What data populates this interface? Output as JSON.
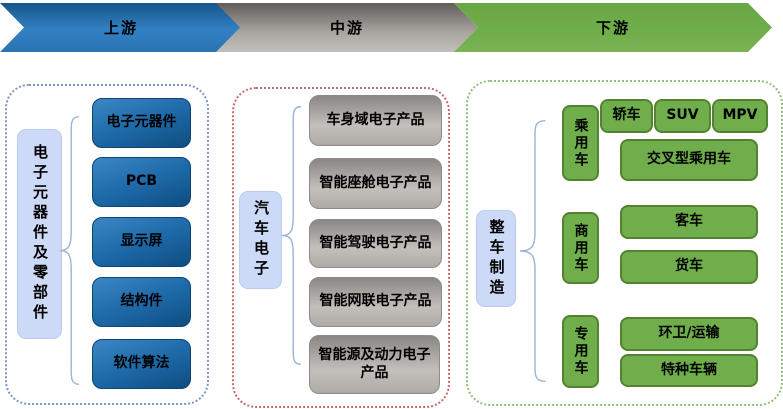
{
  "arrows": [
    {
      "label": "上游",
      "color": "#2a72b0"
    },
    {
      "label": "中游",
      "color": "#a9a5a1"
    },
    {
      "label": "下游",
      "color": "#6fae4a"
    }
  ],
  "sections": {
    "upstream": {
      "label": "电子元器件及零部件",
      "border_color": "#7d95c5",
      "item_color": "#1e6aa9",
      "items": [
        "电子元器件",
        "PCB",
        "显示屏",
        "结构件",
        "软件算法"
      ]
    },
    "midstream": {
      "label": "汽车电子",
      "border_color": "#c96a6a",
      "item_color": "#a9a5a1",
      "items": [
        "车身域电子产品",
        "智能座舱电子产品",
        "智能驾驶电子产品",
        "智能网联电子产品",
        "智能源及动力电子产品"
      ]
    },
    "downstream": {
      "label": "整车制造",
      "border_color": "#90c07b",
      "item_color": "#6fae4a",
      "groups": [
        {
          "label": "乘用车",
          "items": [
            "轿车",
            "SUV",
            "MPV",
            "交叉型乘用车"
          ]
        },
        {
          "label": "商用车",
          "items": [
            "客车",
            "货车"
          ]
        },
        {
          "label": "专用车",
          "items": [
            "环卫/运输",
            "特种车辆"
          ]
        }
      ]
    }
  },
  "label_box_color": "#ccd9f7",
  "brace_color": "#9db3d9"
}
